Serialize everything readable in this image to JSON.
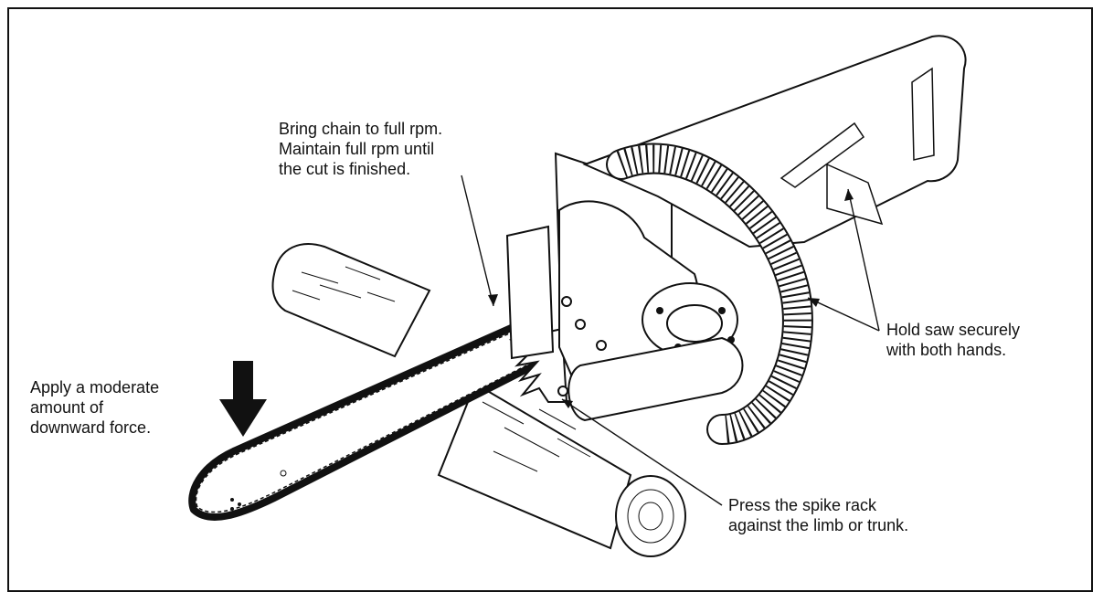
{
  "callouts": {
    "rpm": "Bring chain to full rpm.\nMaintain full rpm until\nthe cut is finished.",
    "hands": "Hold saw securely\nwith both hands.",
    "force": "Apply a moderate\namount of\ndownward force.",
    "spike": "Press the spike rack\nagainst the limb or trunk."
  },
  "icons": {
    "arrow": "down-arrow-icon",
    "saw": "chainsaw-illustration",
    "log": "log-illustration"
  },
  "colors": {
    "ink": "#111111",
    "paper": "#ffffff"
  }
}
